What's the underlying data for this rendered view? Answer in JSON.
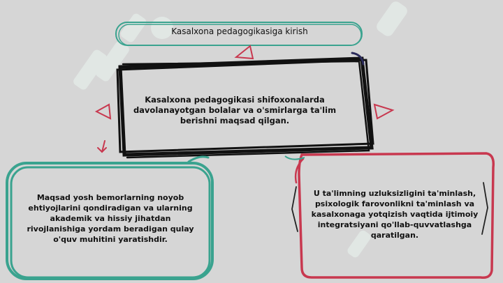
{
  "diagram": {
    "title": {
      "text": "Kasalxona pedagogikasiga kirish"
    },
    "center": {
      "text": "Kasalxona pedagogikasi shifoxonalarda davolanayotgan bolalar va o'smirlarga ta'lim berishni maqsad qilgan."
    },
    "left": {
      "text": "Maqsad yosh bemorlarning noyob ehtiyojlarini qondiradigan va ularning akademik va hissiy jihatdan rivojlanishiga yordam beradigan qulay o'quv muhitini yaratishdir."
    },
    "right": {
      "text": "U ta'limning uzluksizligini ta'minlash, psixologik farovonlikni ta'minlash va kasalxonaga yotqizish vaqtida ijtimoiy integratsiyani qo'llab-quvvatlashga qaratilgan."
    }
  },
  "colors": {
    "background": "#d6d6d6",
    "teal": "#3aa38f",
    "crimson": "#c8384f",
    "black": "#111111",
    "watermark": "#e6ece9"
  }
}
